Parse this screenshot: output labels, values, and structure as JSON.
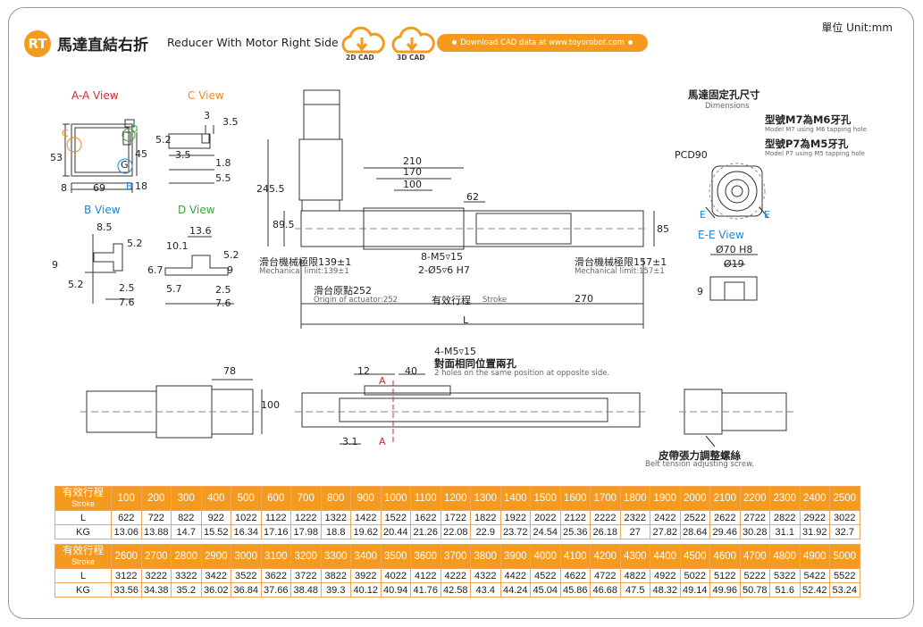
{
  "header": {
    "badge": "RT",
    "title_cn": "馬達直結右折",
    "title_en": "Reducer With Motor Right Side",
    "unit": "單位 Unit:mm",
    "cad_2d": "2D CAD",
    "cad_3d": "3D CAD",
    "download": "Download CAD data at www.toyorobot.com"
  },
  "views": {
    "aa": "A-A View",
    "c": "C View",
    "b": "B View",
    "d": "D View",
    "ee": "E-E View",
    "dims_cn": "馬達固定孔尺寸",
    "dims_en": "Dimensions"
  },
  "notes": {
    "m7_cn": "型號M7為M6牙孔",
    "m7_en": "Model M7 using M6 tapping hole",
    "p7_cn": "型號P7為M5牙孔",
    "p7_en": "Model P7 using M5 tapping hole",
    "mech139_cn": "滑台機械極限139±1",
    "mech139_en": "Mechanical limit:139±1",
    "mech157_cn": "滑台機械極限157±1",
    "mech157_en": "Mechanical limit:157±1",
    "origin_cn": "滑台原點252",
    "origin_en": "Origin of actuator:252",
    "stroke_cn": "有效行程",
    "stroke_en": "Stroke",
    "holes_m5": "8-M5▿15",
    "holes_phi5": "2-Ø5▿6 H7",
    "top_holes": "4-M5▿15",
    "top_holes_cn": "對面相同位置兩孔",
    "top_holes_en": "2 holes on the same position at opposite side.",
    "belt_cn": "皮帶張力調整螺絲",
    "belt_en": "Belt tension adjusting screw.",
    "pcd": "PCD90",
    "e": "E",
    "phi70": "Ø70 H8",
    "phi19": "Ø19",
    "a": "A",
    "b": "B",
    "c": "C",
    "d": "D",
    "g": "G",
    "l": "L"
  },
  "dims": {
    "d53": "53",
    "d8": "8",
    "d69": "69",
    "d18": "18",
    "d45": "45",
    "d3": "3",
    "d3_5": "3.5",
    "d5_2": "5.2",
    "d3_5b": "3.5",
    "d1_8": "1.8",
    "d5_5": "5.5",
    "d8_5": "8.5",
    "d5_2b": "5.2",
    "d9": "9",
    "d5_2c": "5.2",
    "d2_5": "2.5",
    "d7_6": "7.6",
    "d13_6": "13.6",
    "d10_1": "10.1",
    "d5_2d": "5.2",
    "d6_7": "6.7",
    "d5_7": "5.7",
    "d9b": "9",
    "d2_5b": "2.5",
    "d7_6b": "7.6",
    "d245_5": "245.5",
    "d89_5": "89.5",
    "d210": "210",
    "d170": "170",
    "d100": "100",
    "d62": "62",
    "d85": "85",
    "d270": "270",
    "d78": "78",
    "d100b": "100",
    "d12": "12",
    "d40": "40",
    "d3_1": "3.1",
    "d9c": "9"
  },
  "table1": {
    "header_cn": "有效行程",
    "header_en": "Stroke",
    "strokes": [
      "100",
      "200",
      "300",
      "400",
      "500",
      "600",
      "700",
      "800",
      "900",
      "1000",
      "1100",
      "1200",
      "1300",
      "1400",
      "1500",
      "1600",
      "1700",
      "1800",
      "1900",
      "2000",
      "2100",
      "2200",
      "2300",
      "2400",
      "2500"
    ],
    "l_label": "L",
    "l": [
      "622",
      "722",
      "822",
      "922",
      "1022",
      "1122",
      "1222",
      "1322",
      "1422",
      "1522",
      "1622",
      "1722",
      "1822",
      "1922",
      "2022",
      "2122",
      "2222",
      "2322",
      "2422",
      "2522",
      "2622",
      "2722",
      "2822",
      "2922",
      "3022"
    ],
    "kg_label": "KG",
    "kg": [
      "13.06",
      "13.88",
      "14.7",
      "15.52",
      "16.34",
      "17.16",
      "17.98",
      "18.8",
      "19.62",
      "20.44",
      "21.26",
      "22.08",
      "22.9",
      "23.72",
      "24.54",
      "25.36",
      "26.18",
      "27",
      "27.82",
      "28.64",
      "29.46",
      "30.28",
      "31.1",
      "31.92",
      "32.7"
    ]
  },
  "table2": {
    "header_cn": "有效行程",
    "header_en": "Stroke",
    "strokes": [
      "2600",
      "2700",
      "2800",
      "2900",
      "3000",
      "3100",
      "3200",
      "3300",
      "3400",
      "3500",
      "3600",
      "3700",
      "3800",
      "3900",
      "4000",
      "4100",
      "4200",
      "4300",
      "4400",
      "4500",
      "4600",
      "4700",
      "4800",
      "4900",
      "5000"
    ],
    "l_label": "L",
    "l": [
      "3122",
      "3222",
      "3322",
      "3422",
      "3522",
      "3622",
      "3722",
      "3822",
      "3922",
      "4022",
      "4122",
      "4222",
      "4322",
      "4422",
      "4522",
      "4622",
      "4722",
      "4822",
      "4922",
      "5022",
      "5122",
      "5222",
      "5322",
      "5422",
      "5522"
    ],
    "kg_label": "KG",
    "kg": [
      "33.56",
      "34.38",
      "35.2",
      "36.02",
      "36.84",
      "37.66",
      "38.48",
      "39.3",
      "40.12",
      "40.94",
      "41.76",
      "42.58",
      "43.4",
      "44.24",
      "45.04",
      "45.86",
      "46.68",
      "47.5",
      "48.32",
      "49.14",
      "49.96",
      "50.78",
      "51.6",
      "52.42",
      "53.24"
    ]
  },
  "colors": {
    "accent": "#f39a1f",
    "red": "#d9272e",
    "blue": "#1f86d1",
    "green": "#3aa23a"
  }
}
